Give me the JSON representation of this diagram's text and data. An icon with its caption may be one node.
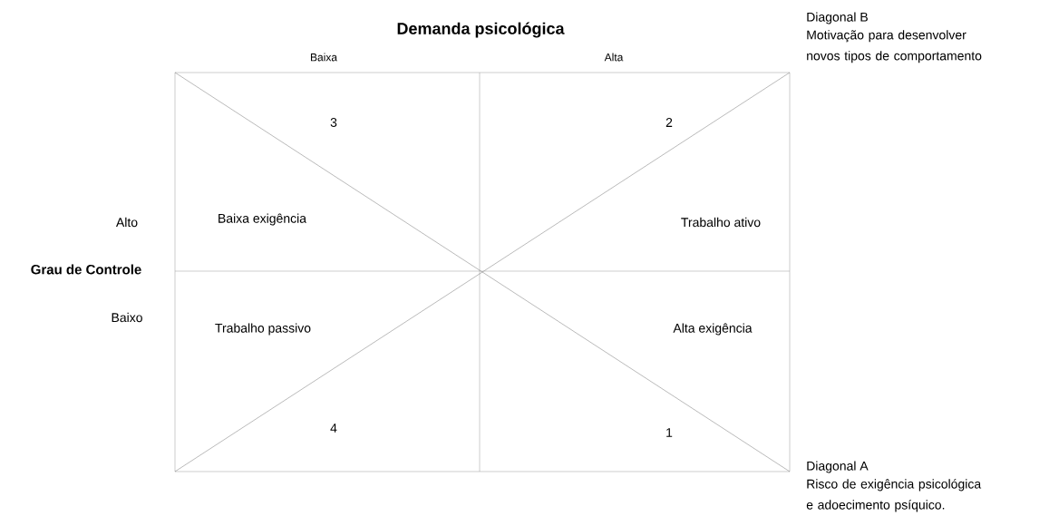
{
  "diagram": {
    "title": "Demanda psicológica",
    "nodes": [
      {
        "text": [
          "3",
          "2",
          "Baixa exigência",
          "Trabalho ativo",
          "Trabalho passivo",
          "Alta exigência",
          "4",
          "1"
        ]
      }
    ],
    "labels": [
      "Baixa",
      "Alta",
      "Alto",
      "Grau de Controle",
      "Baixo",
      "Diagonal B",
      "Motivação para desenvolver novos tipos de comportamento",
      "Diagonal A",
      "Risco de exigência psicológica e adoecimento psíquico."
    ]
  }
}
